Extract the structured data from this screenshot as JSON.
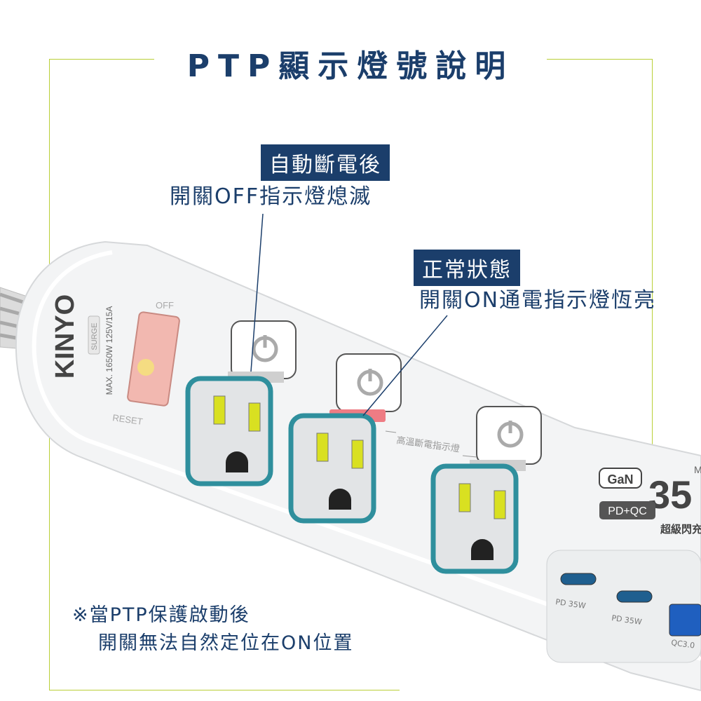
{
  "title": "PTP顯示燈號說明",
  "callout_off": {
    "tag": "自動斷電後",
    "text": "開關OFF指示燈熄滅"
  },
  "callout_on": {
    "tag": "正常狀態",
    "text": "開關ON通電指示燈恆亮"
  },
  "note": {
    "line1": "※當PTP保護啟動後",
    "line2": "開關無法自然定位在ON位置"
  },
  "product": {
    "brand": "KINYO",
    "surge": "SURGE",
    "rating": "MAX. 1650W 125V/15A",
    "switch_off": "OFF",
    "switch_reset": "RESET",
    "temp_label": "高溫斷電指示燈",
    "gan": "GaN",
    "watt": "35",
    "pdqc": "PD+QC",
    "fast": "超級閃充",
    "m_label": "M",
    "ports": [
      "PD 35W",
      "PD 35W",
      "QC3.0"
    ]
  },
  "colors": {
    "navy": "#1b3e6b",
    "lime": "#b9cf37",
    "teal": "#2f8f9d",
    "socket_yellow": "#d9e021",
    "switch_red": "#f4a6a0"
  }
}
